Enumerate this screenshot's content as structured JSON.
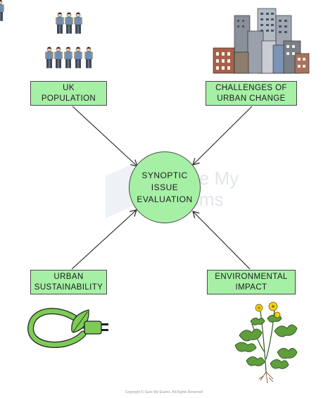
{
  "center": {
    "label": "SYNOPTIC\nISSUE\nEVALUATION"
  },
  "boxes": {
    "uk_population": "UK\nPOPULATION",
    "urban_change": "CHALLENGES OF\nURBAN CHANGE",
    "urban_sustainability": "URBAN\nSUSTAINABILITY",
    "environmental_impact": "ENVIRONMENTAL\nIMPACT"
  },
  "icons": {
    "top_left": "people-icon",
    "top_right": "city-buildings-icon",
    "bottom_left": "green-plug-icon",
    "bottom_right": "buttercup-plant-icon"
  },
  "watermark": {
    "text": "Save My\nExams"
  },
  "footer": {
    "copyright": "Copyright © Save My Exams. All Rights Reserved"
  },
  "colors": {
    "box_fill": "#a6f0a6",
    "stroke": "#4a4a4a",
    "plug_green": "#7dcc55"
  }
}
